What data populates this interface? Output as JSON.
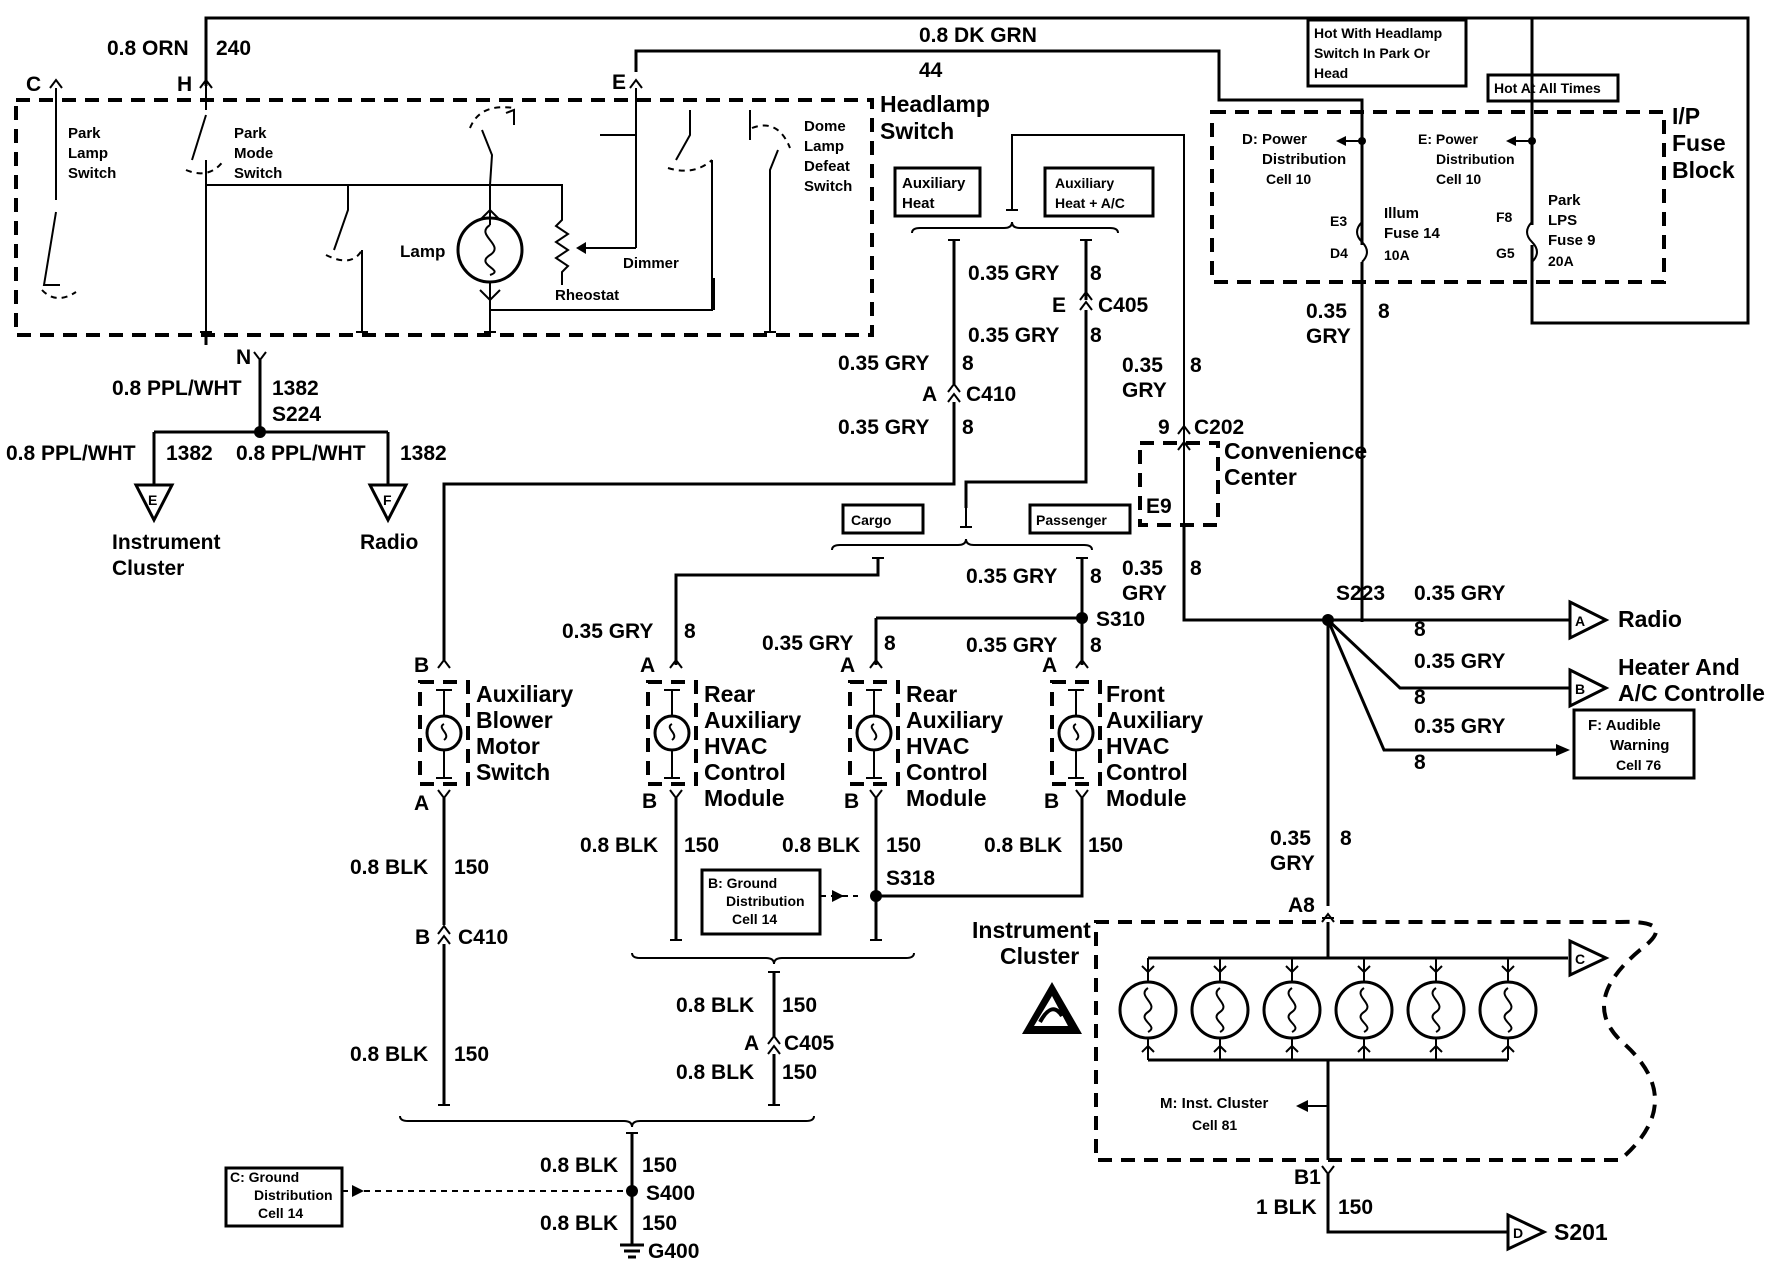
{
  "headlamp_switch": {
    "title_line1": "Headlamp",
    "title_line2": "Switch",
    "park_lamp_switch": [
      "Park",
      "Lamp",
      "Switch"
    ],
    "park_mode_switch": [
      "Park",
      "Mode",
      "Switch"
    ],
    "dome_lamp_defeat": [
      "Dome",
      "Lamp",
      "Defeat",
      "Switch"
    ],
    "lamp": "Lamp",
    "rheostat": "Rheostat",
    "dimmer": "Dimmer",
    "term_c": "C",
    "term_h": "H",
    "term_e": "E",
    "term_n": "N"
  },
  "top_wires": {
    "orn_wire": "0.8 ORN",
    "orn_circuit": "240",
    "dkgrn_wire": "0.8 DK GRN",
    "dkgrn_circuit": "44"
  },
  "fuse_block": {
    "title": [
      "I/P",
      "Fuse",
      "Block"
    ],
    "hot_headlamp": [
      "Hot With Headlamp",
      "Switch In Park Or",
      "Head"
    ],
    "hot_all_times": "Hot At All Times",
    "power_dist_d": [
      "D: Power",
      "Distribution",
      "Cell 10"
    ],
    "power_dist_e": [
      "E: Power",
      "Distribution",
      "Cell 10"
    ],
    "illum_fuse": [
      "Illum",
      "Fuse 14",
      "10A"
    ],
    "park_fuse": [
      "Park",
      "LPS",
      "Fuse 9",
      "20A"
    ],
    "pin_e3": "E3",
    "pin_d4": "D4",
    "pin_f8": "F8",
    "pin_g5": "G5",
    "out_wire": "0.35",
    "out_wire2": "GRY",
    "out_circuit": "8"
  },
  "s224": {
    "wire": "0.8 PPL/WHT",
    "circuit": "1382",
    "splice": "S224",
    "left_wire": "0.8 PPL/WHT",
    "left_circuit": "1382",
    "right_wire": "0.8 PPL/WHT",
    "right_circuit": "1382",
    "left_dest_letter": "E",
    "left_dest": [
      "Instrument",
      "Cluster"
    ],
    "right_dest_letter": "F",
    "right_dest": "Radio"
  },
  "aux_options": {
    "aux_heat": [
      "Auxiliary",
      "Heat"
    ],
    "aux_heat_ac": [
      "Auxiliary",
      "Heat + A/C"
    ],
    "wire_gry": "0.35 GRY",
    "circuit": "8",
    "c405_pin": "E",
    "c405": "C405",
    "c410_pin": "A",
    "c410": "C410"
  },
  "c202": {
    "wire": "0.35",
    "wire2": "GRY",
    "circuit": "8",
    "pin": "9",
    "connector": "C202",
    "conv_center": [
      "Convenience",
      "Center"
    ],
    "e9": "E9",
    "out_wire": "0.35",
    "out_wire2": "GRY",
    "out_circuit": "8"
  },
  "cargo_passenger": {
    "cargo": "Cargo",
    "passenger": "Passenger",
    "wire_gry": "0.35 GRY",
    "circuit": "8",
    "splice": "S310"
  },
  "modules": {
    "aux_blower": [
      "Auxiliary",
      "Blower",
      "Motor",
      "Switch"
    ],
    "rear_aux_1": [
      "Rear",
      "Auxiliary",
      "HVAC",
      "Control",
      "Module"
    ],
    "rear_aux_2": [
      "Rear",
      "Auxiliary",
      "HVAC",
      "Control",
      "Module"
    ],
    "front_aux": [
      "Front",
      "Auxiliary",
      "HVAC",
      "Control",
      "Module"
    ],
    "pin_a": "A",
    "pin_b": "B"
  },
  "grounds": {
    "blk_wire": "0.8 BLK",
    "blk_circuit": "150",
    "s318": "S318",
    "gnd_dist_b": [
      "B: Ground",
      "Distribution",
      "Cell 14"
    ],
    "gnd_dist_c": [
      "C: Ground",
      "Distribution",
      "Cell 14"
    ],
    "c410_pin": "B",
    "c410": "C410",
    "c405_pin": "A",
    "c405": "C405",
    "s400": "S400",
    "g400": "G400"
  },
  "s223": {
    "splice": "S223",
    "wire_gry": "0.35 GRY",
    "circuit": "8",
    "dest_radio_letter": "A",
    "dest_radio": "Radio",
    "dest_hvac_letter": "B",
    "dest_hvac": [
      "Heater And",
      "A/C Controller"
    ],
    "audible": [
      "F: Audible",
      "Warning",
      "Cell 76"
    ],
    "cluster_wire": "0.35",
    "cluster_wire2": "GRY",
    "cluster_circuit": "8"
  },
  "instrument_cluster": {
    "title": [
      "Instrument",
      "Cluster"
    ],
    "pin_a8": "A8",
    "pin_b1": "B1",
    "out_letter": "C",
    "inst_cluster_ref": [
      "M: Inst. Cluster",
      "Cell 81"
    ],
    "ground_wire": "1 BLK",
    "ground_circuit": "150",
    "dest_letter": "D",
    "dest": "S201",
    "esd_icon": "esd-warning-icon"
  }
}
